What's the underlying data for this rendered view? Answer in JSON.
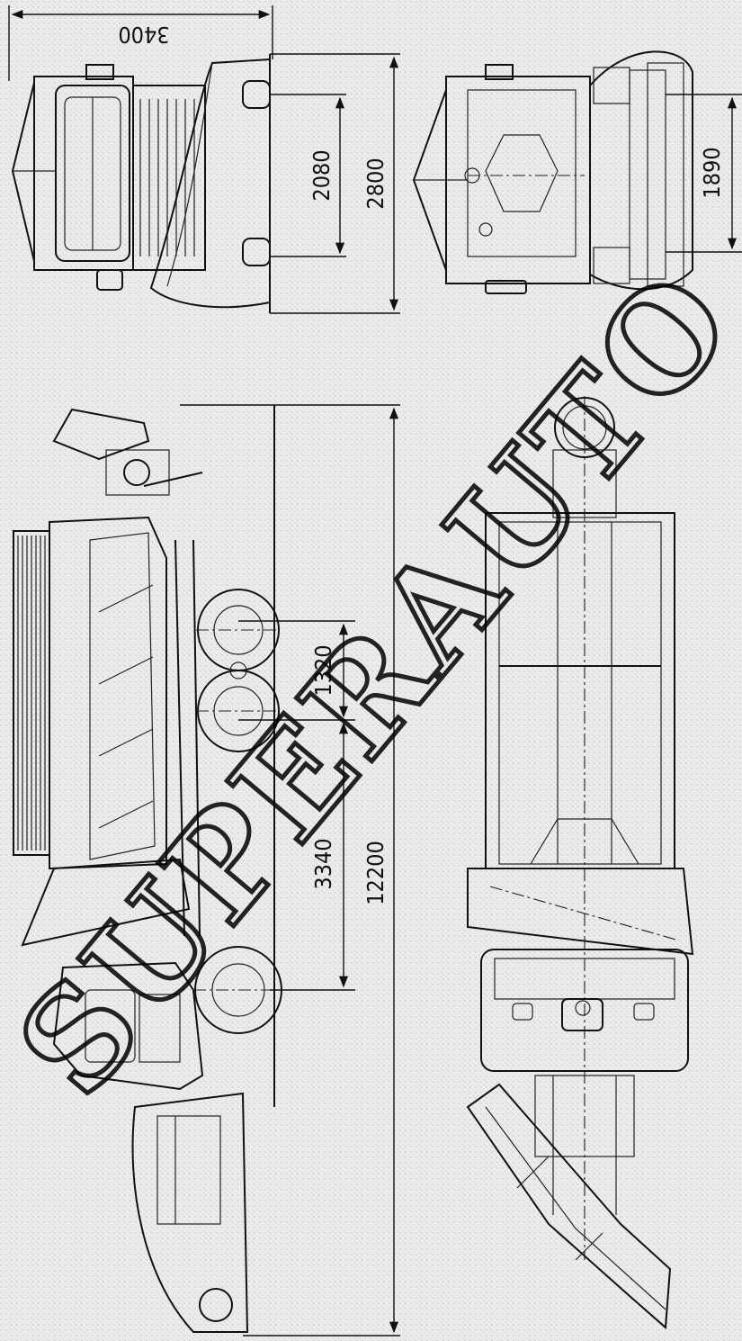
{
  "dimensions": {
    "overall_width_with_plow": "3400",
    "front_track": "2080",
    "front_height": "2800",
    "rear_track": "1890",
    "wheelbase_rear_bogie": "1320",
    "wheelbase_front": "3340",
    "overall_length": "12200"
  },
  "watermark": "SUPERAUTO"
}
